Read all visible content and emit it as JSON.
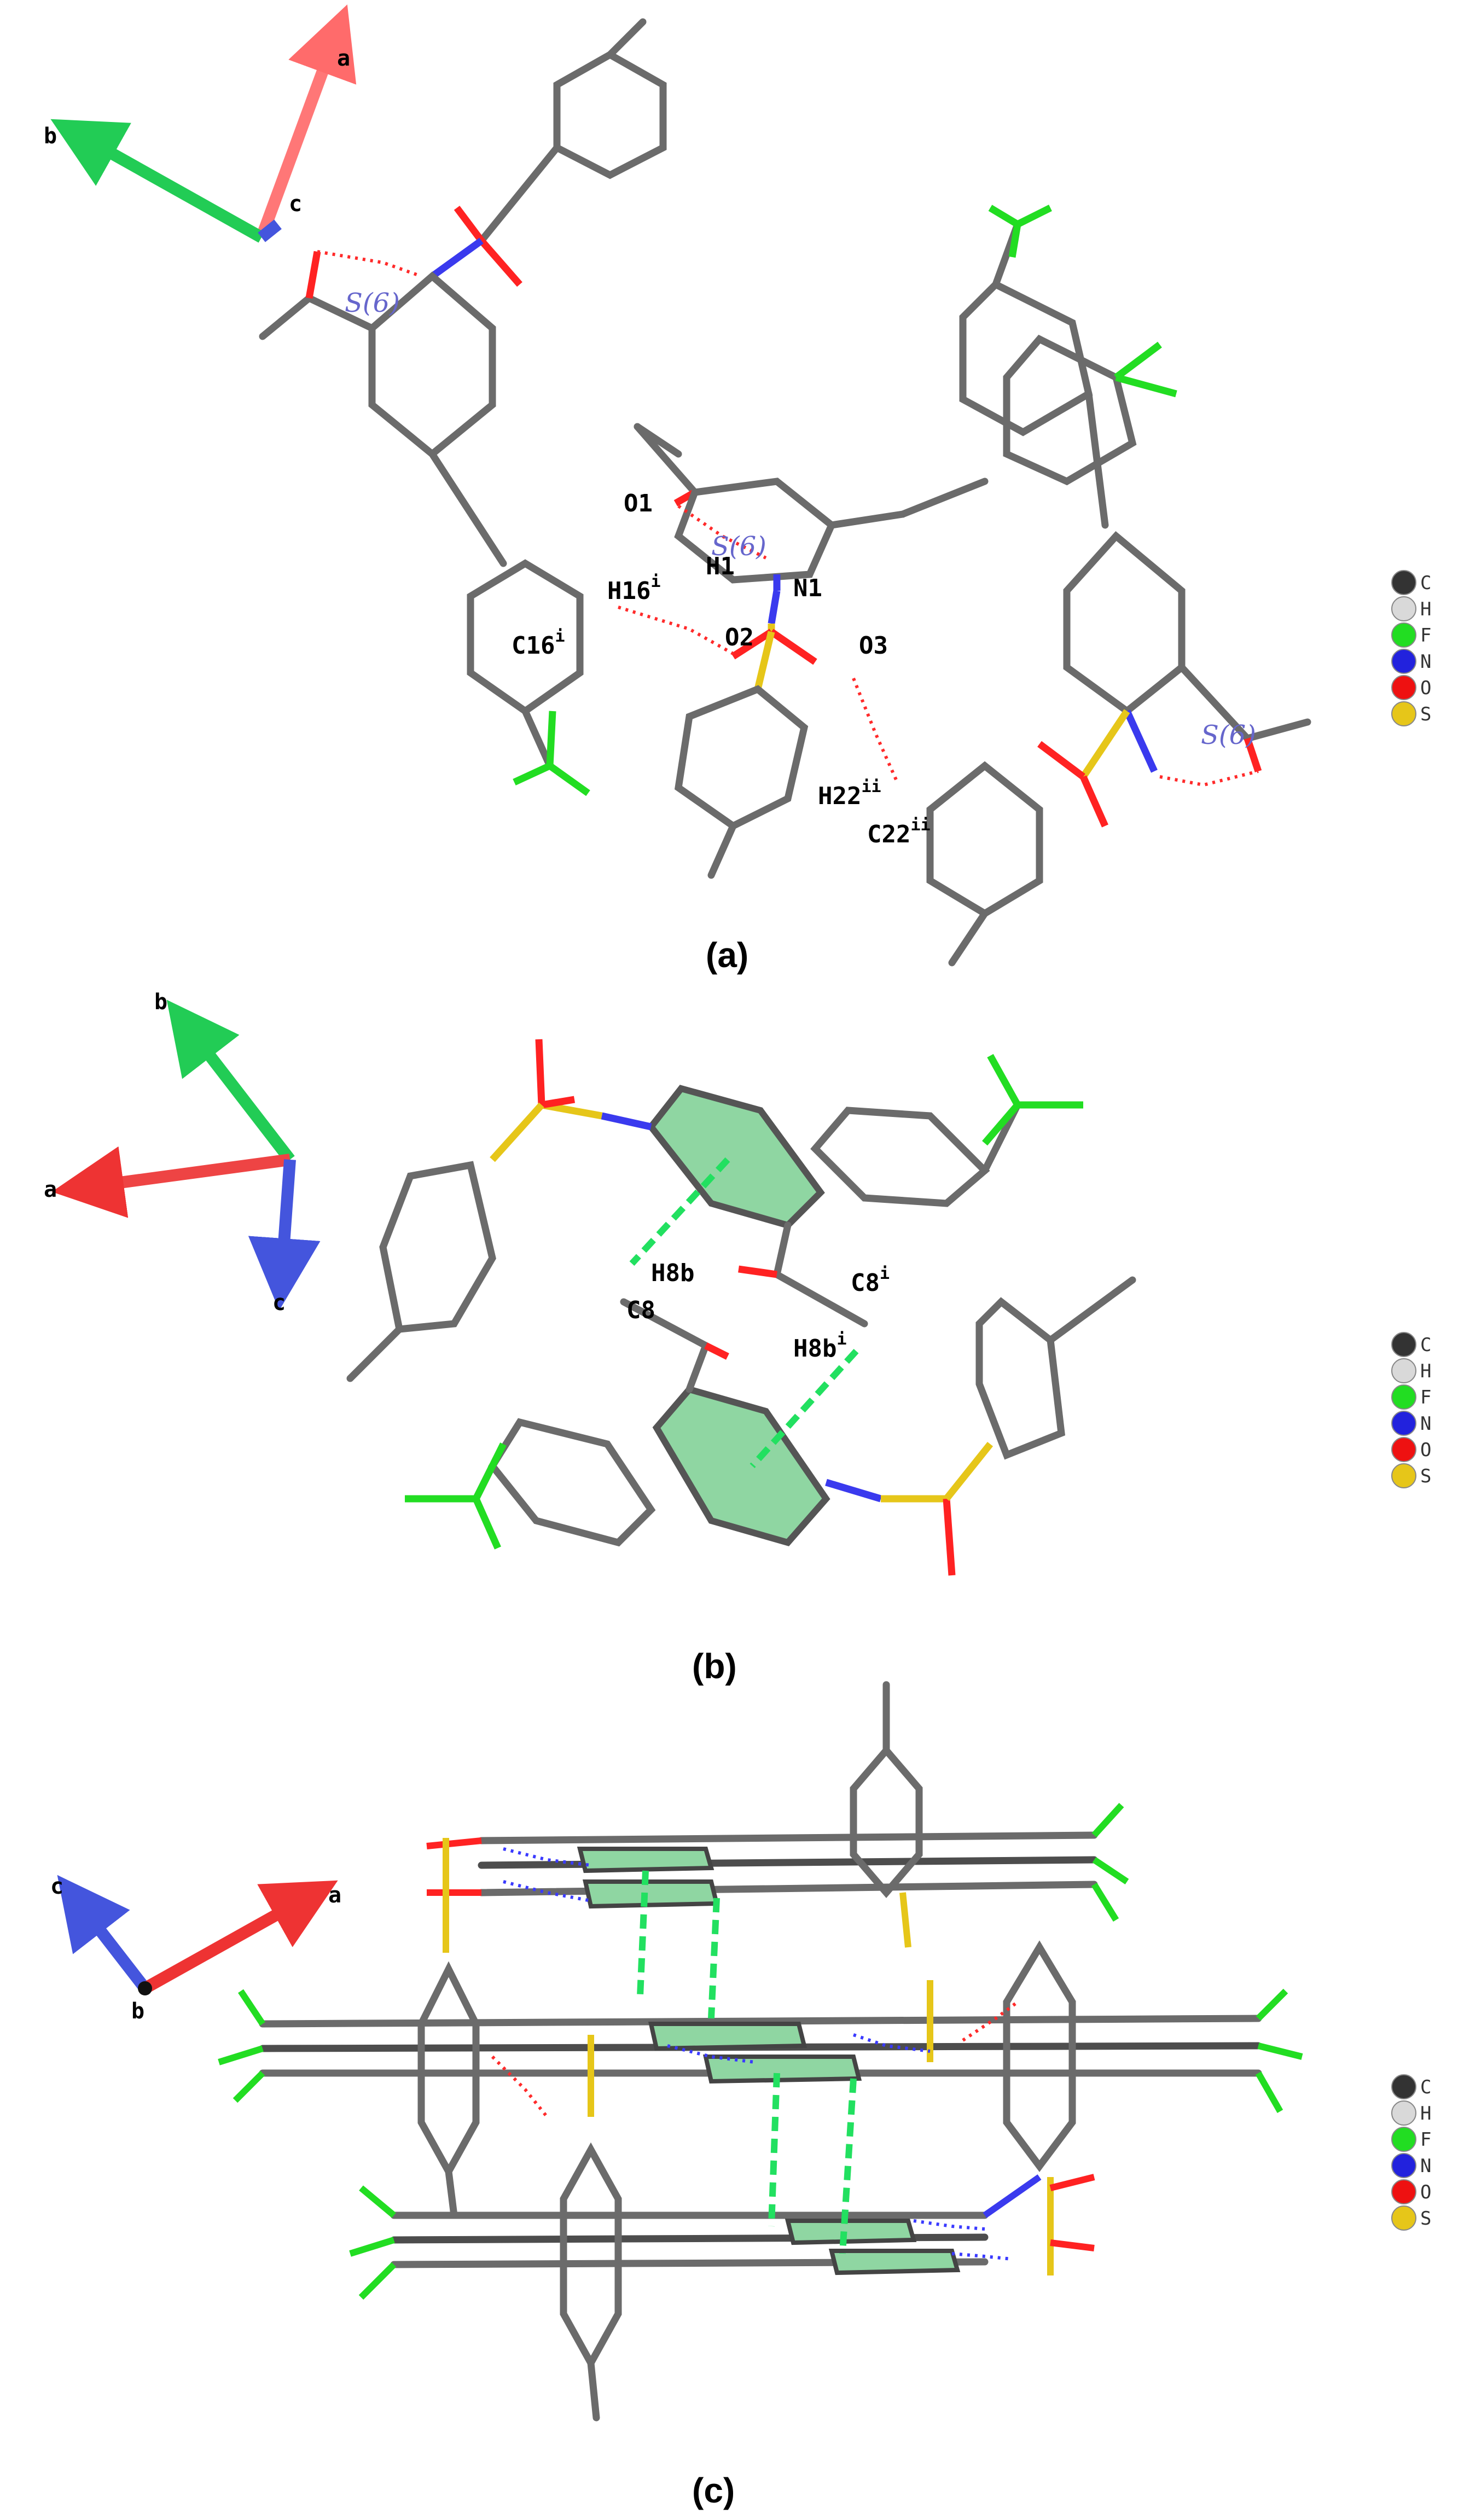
{
  "panels": {
    "a": {
      "caption": "(a)",
      "axes": {
        "first": "a",
        "second": "b",
        "third": "c"
      },
      "atom_labels": {
        "o1": "O1",
        "h1": "H1",
        "n1": "N1",
        "o2": "O2",
        "o3": "O3",
        "h16": "H16",
        "h16_sup": "i",
        "c16": "C16",
        "c16_sup": "i",
        "h22": "H22",
        "h22_sup": "ii",
        "c22": "C22",
        "c22_sup": "ii"
      },
      "motifs": {
        "left": "S(6)",
        "center": "S(6)",
        "right": "S(6)"
      }
    },
    "b": {
      "caption": "(b)",
      "axes": {
        "first": "b",
        "second": "a",
        "third": "c"
      },
      "atom_labels": {
        "h8b": "H8b",
        "c8": "C8",
        "c8i": "C8",
        "c8i_sup": "i",
        "h8bi": "H8b",
        "h8bi_sup": "i"
      }
    },
    "c": {
      "caption": "(c)",
      "axes": {
        "first": "c",
        "second": "a",
        "third": "b"
      }
    }
  },
  "legend": {
    "items": [
      {
        "label": "C",
        "color": "#333333"
      },
      {
        "label": "H",
        "color": "#d9d9d9"
      },
      {
        "label": "F",
        "color": "#22dd22"
      },
      {
        "label": "N",
        "color": "#2222dd"
      },
      {
        "label": "O",
        "color": "#ee1111"
      },
      {
        "label": "S",
        "color": "#e6c619"
      }
    ]
  },
  "colors": {
    "axis_a": "#ff6b6b",
    "axis_b": "#22cc55",
    "axis_c": "#4455dd",
    "ring_fill": "#8fd6a2",
    "hbond_red": "#ff2a2a",
    "hbond_green": "#22e060",
    "hbond_blue": "#3a3aff"
  }
}
